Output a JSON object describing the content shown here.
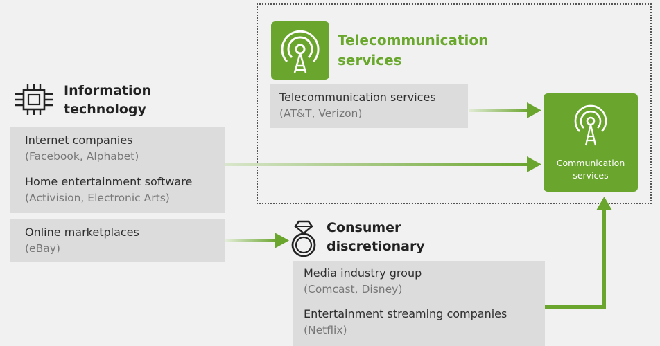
{
  "telecom_heading": {
    "line1": "Telecommunication",
    "line2": "services"
  },
  "telecom_box": {
    "title": "Telecommunication services",
    "examples": "(AT&T, Verizon)"
  },
  "comm_services": {
    "line1": "Communication",
    "line2": "services"
  },
  "it_heading": {
    "line1": "Information",
    "line2": "technology"
  },
  "it_box": {
    "item1_title": "Internet companies",
    "item1_examples": "(Facebook, Alphabet)",
    "item2_title": "Home entertainment software",
    "item2_examples": "(Activision, Electronic Arts)"
  },
  "marketplace_box": {
    "title": "Online marketplaces",
    "examples": "(eBay)"
  },
  "cd_heading": {
    "line1": "Consumer",
    "line2": "discretionary"
  },
  "media_box": {
    "item1_title": "Media industry group",
    "item1_examples": "(Comcast, Disney)",
    "item2_title": "Entertainment streaming companies",
    "item2_examples": "(Netflix)"
  },
  "colors": {
    "green": "#6aa52e",
    "grey_box": "#dcdcdc",
    "background": "#f1f1f1"
  },
  "icons": [
    "antenna-icon",
    "chip-icon",
    "ring-icon",
    "arrow-icon"
  ]
}
